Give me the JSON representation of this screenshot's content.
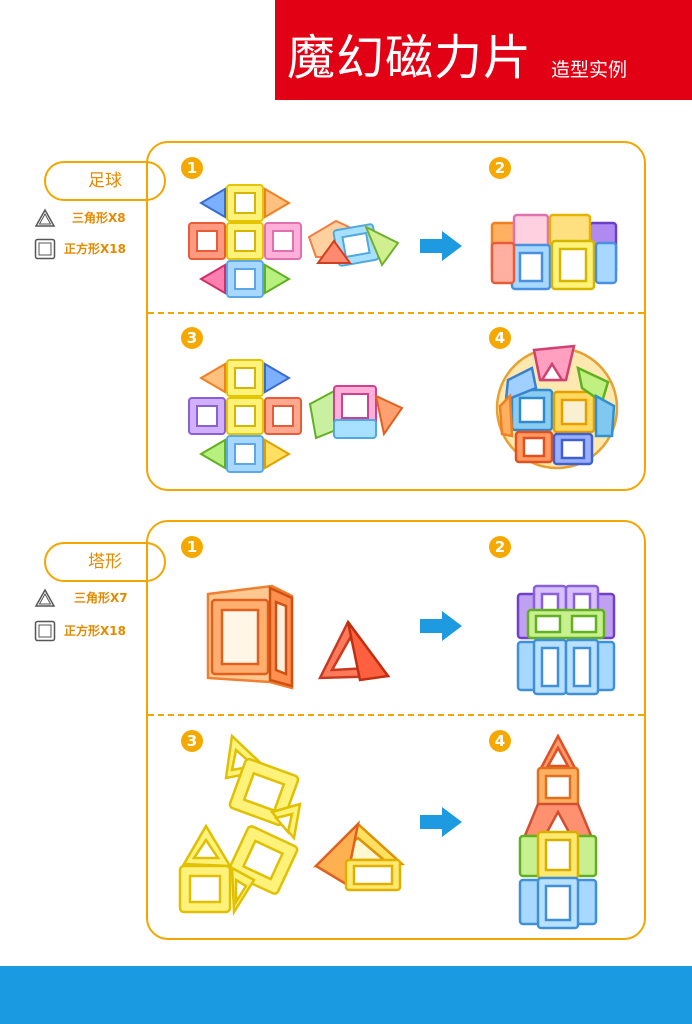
{
  "header": {
    "title": "魔幻磁力片",
    "subtitle": "造型实例"
  },
  "sections": [
    {
      "name": "足球",
      "legend": [
        {
          "shape": "triangle",
          "text": "三角形X8"
        },
        {
          "shape": "square",
          "text": "正方形X18"
        }
      ],
      "steps": [
        "1",
        "2",
        "3",
        "4"
      ]
    },
    {
      "name": "塔形",
      "legend": [
        {
          "shape": "triangle",
          "text": "三角形X7"
        },
        {
          "shape": "square",
          "text": "正方形X18"
        }
      ],
      "steps": [
        "1",
        "2",
        "3",
        "4"
      ]
    }
  ],
  "colors": {
    "header_red": "#e10014",
    "accent_orange": "#f3a600",
    "footer_blue": "#1a9ae0",
    "arrow_blue": "#1e9be0"
  }
}
